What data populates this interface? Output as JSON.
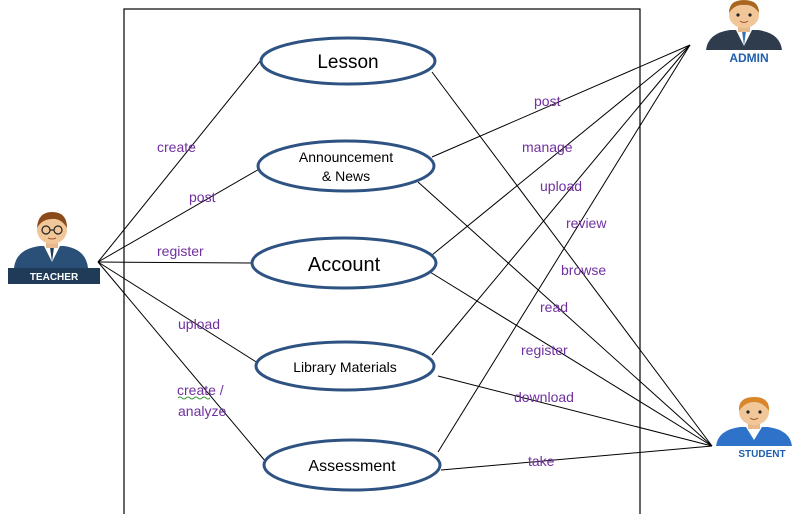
{
  "colors": {
    "ellipse_stroke": "#2e5383",
    "relation_label": "#7030a0",
    "line": "#000000",
    "actor_label": "#1f5fae"
  },
  "actors": {
    "teacher": {
      "label": "TEACHER",
      "icon": "teacher-avatar-icon"
    },
    "admin": {
      "label": "ADMIN",
      "icon": "admin-avatar-icon"
    },
    "student": {
      "label": "STUDENT",
      "icon": "student-avatar-icon"
    }
  },
  "use_cases": {
    "lesson": "Lesson",
    "announcement_line1": "Announcement",
    "announcement_line2": "& News",
    "account": "Account",
    "library": "Library Materials",
    "assessment": "Assessment"
  },
  "relations": {
    "teacher_create": "create",
    "teacher_post": "post",
    "teacher_register": "register",
    "teacher_upload": "upload",
    "teacher_create_analyze_line1": "create /",
    "teacher_create_analyze_line2": "analyze",
    "admin_post": "post",
    "admin_manage": "manage",
    "admin_upload": "upload",
    "admin_review": "review",
    "student_browse": "browse",
    "student_read": "read",
    "student_register": "register",
    "student_download": "download",
    "student_take": "take"
  }
}
